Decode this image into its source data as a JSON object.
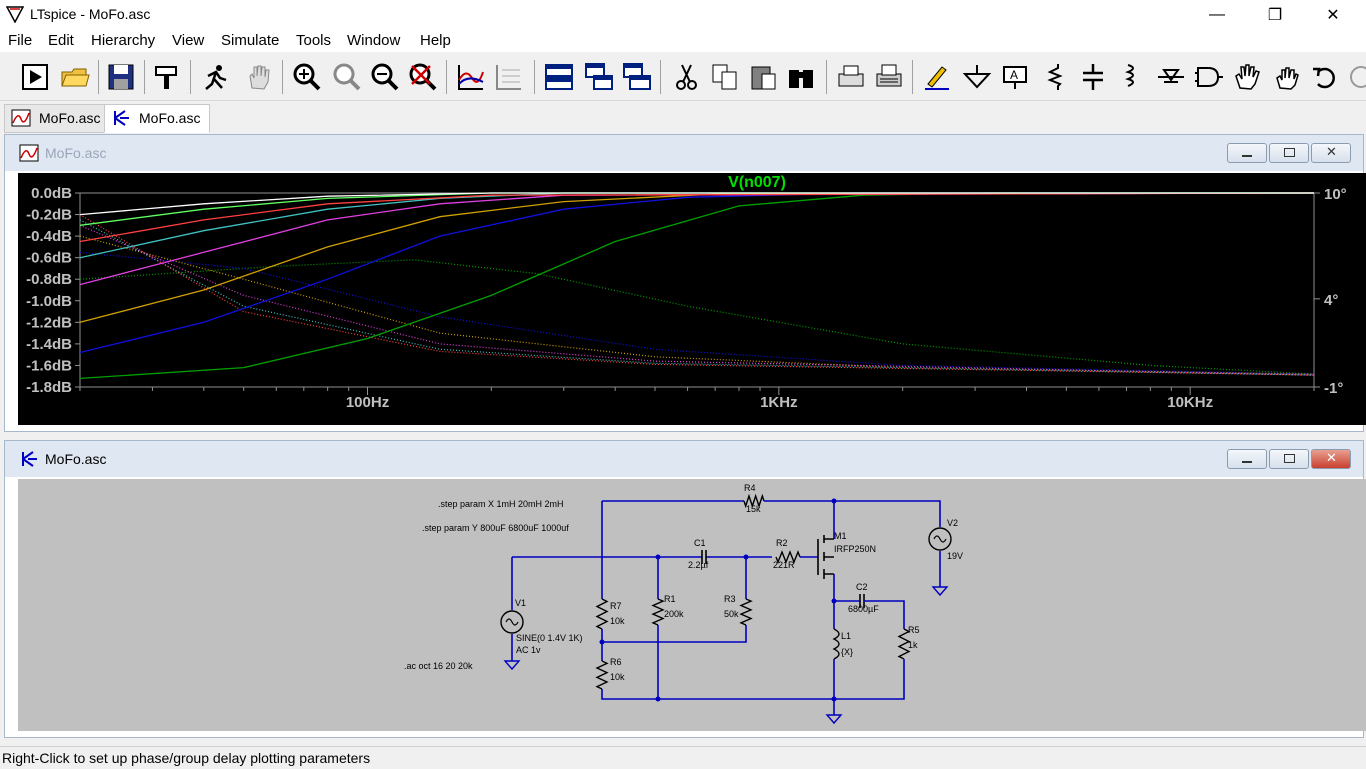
{
  "window": {
    "title": "LTspice - MoFo.asc"
  },
  "menu": [
    "File",
    "Edit",
    "Hierarchy",
    "View",
    "Simulate",
    "Tools",
    "Window",
    "Help"
  ],
  "tabs": [
    {
      "label": "MoFo.asc",
      "icon": "waveform-icon"
    },
    {
      "label": "MoFo.asc",
      "icon": "schematic-transistor-icon"
    }
  ],
  "plot_window": {
    "title": "MoFo.asc"
  },
  "schematic_window": {
    "title": "MoFo.asc"
  },
  "chart_data": {
    "type": "line",
    "title": "V(n007)",
    "xlabel": "",
    "ylabel": "",
    "xscale": "log",
    "xlim": [
      20,
      20000
    ],
    "ylim": [
      -1.8,
      0.0
    ],
    "y_ticks": [
      "0.0dB",
      "-0.2dB",
      "-0.4dB",
      "-0.6dB",
      "-0.8dB",
      "-1.0dB",
      "-1.2dB",
      "-1.4dB",
      "-1.6dB",
      "-1.8dB"
    ],
    "x_ticks": [
      "100Hz",
      "1KHz",
      "10KHz"
    ],
    "y2_ticks": [
      "10°",
      "4°",
      "-1°"
    ],
    "colors": {
      "title": "#00e000",
      "background": "#000000",
      "axis": "#a0a0a0"
    },
    "series": [
      {
        "color": "#00a000",
        "values": [
          [
            20,
            -1.72
          ],
          [
            50,
            -1.62
          ],
          [
            100,
            -1.35
          ],
          [
            200,
            -0.95
          ],
          [
            400,
            -0.45
          ],
          [
            800,
            -0.12
          ],
          [
            1600,
            -0.02
          ],
          [
            3200,
            0
          ],
          [
            20000,
            0
          ]
        ]
      },
      {
        "color": "#1010e0",
        "values": [
          [
            20,
            -1.48
          ],
          [
            40,
            -1.2
          ],
          [
            80,
            -0.8
          ],
          [
            150,
            -0.4
          ],
          [
            300,
            -0.15
          ],
          [
            600,
            -0.04
          ],
          [
            1500,
            0
          ],
          [
            20000,
            0
          ]
        ]
      },
      {
        "color": "#d0a000",
        "values": [
          [
            20,
            -1.2
          ],
          [
            40,
            -0.9
          ],
          [
            80,
            -0.5
          ],
          [
            150,
            -0.22
          ],
          [
            300,
            -0.08
          ],
          [
            700,
            -0.01
          ],
          [
            20000,
            0
          ]
        ]
      },
      {
        "color": "#e040e0",
        "values": [
          [
            20,
            -0.85
          ],
          [
            40,
            -0.55
          ],
          [
            80,
            -0.25
          ],
          [
            150,
            -0.1
          ],
          [
            300,
            -0.02
          ],
          [
            20000,
            0
          ]
        ]
      },
      {
        "color": "#40c0c0",
        "values": [
          [
            20,
            -0.6
          ],
          [
            40,
            -0.35
          ],
          [
            80,
            -0.15
          ],
          [
            150,
            -0.05
          ],
          [
            300,
            0
          ],
          [
            20000,
            0
          ]
        ]
      },
      {
        "color": "#ff4040",
        "values": [
          [
            20,
            -0.45
          ],
          [
            40,
            -0.25
          ],
          [
            80,
            -0.1
          ],
          [
            200,
            -0.02
          ],
          [
            20000,
            0
          ]
        ]
      },
      {
        "color": "#60ff60",
        "values": [
          [
            20,
            -0.3
          ],
          [
            40,
            -0.15
          ],
          [
            80,
            -0.05
          ],
          [
            200,
            0
          ],
          [
            20000,
            0
          ]
        ]
      },
      {
        "color": "#ffffff",
        "values": [
          [
            20,
            -0.2
          ],
          [
            40,
            -0.1
          ],
          [
            80,
            -0.03
          ],
          [
            200,
            0
          ],
          [
            20000,
            0
          ]
        ]
      }
    ],
    "phase_series": [
      {
        "color": "#00a000",
        "values": [
          [
            20,
            -0.8
          ],
          [
            60,
            -0.68
          ],
          [
            130,
            -0.62
          ],
          [
            260,
            -0.75
          ],
          [
            600,
            -1.05
          ],
          [
            2000,
            -1.4
          ],
          [
            8000,
            -1.6
          ],
          [
            20000,
            -1.68
          ]
        ]
      },
      {
        "color": "#1010e0",
        "values": [
          [
            20,
            -0.55
          ],
          [
            50,
            -0.7
          ],
          [
            150,
            -1.15
          ],
          [
            500,
            -1.45
          ],
          [
            2000,
            -1.6
          ],
          [
            20000,
            -1.68
          ]
        ]
      },
      {
        "color": "#d0a000",
        "values": [
          [
            20,
            -0.4
          ],
          [
            50,
            -0.8
          ],
          [
            150,
            -1.3
          ],
          [
            500,
            -1.52
          ],
          [
            2000,
            -1.62
          ],
          [
            20000,
            -1.68
          ]
        ]
      },
      {
        "color": "#e040e0",
        "values": [
          [
            20,
            -0.3
          ],
          [
            50,
            -0.95
          ],
          [
            150,
            -1.4
          ],
          [
            500,
            -1.56
          ],
          [
            20000,
            -1.69
          ]
        ]
      },
      {
        "color": "#40c0c0",
        "values": [
          [
            20,
            -0.25
          ],
          [
            50,
            -1.05
          ],
          [
            150,
            -1.45
          ],
          [
            500,
            -1.58
          ],
          [
            20000,
            -1.69
          ]
        ]
      },
      {
        "color": "#ff4040",
        "values": [
          [
            20,
            -0.2
          ],
          [
            50,
            -1.1
          ],
          [
            150,
            -1.47
          ],
          [
            500,
            -1.59
          ],
          [
            20000,
            -1.69
          ]
        ]
      }
    ]
  },
  "schematic": {
    "texts": [
      {
        "t": ".step param X 1mH 20mH 2mH"
      },
      {
        "t": ".step param Y 800uF 6800uF 1000uf"
      },
      {
        "t": ".ac oct 16 20 20k"
      },
      {
        "t": "R4"
      },
      {
        "t": "15k"
      },
      {
        "t": "C1"
      },
      {
        "t": "2.2µf"
      },
      {
        "t": "R2"
      },
      {
        "t": "221R"
      },
      {
        "t": "M1"
      },
      {
        "t": "IRFP250N"
      },
      {
        "t": "V2"
      },
      {
        "t": "19V"
      },
      {
        "t": "V1"
      },
      {
        "t": "SINE(0 1.4V 1K)"
      },
      {
        "t": "AC 1v"
      },
      {
        "t": "R7"
      },
      {
        "t": "10k"
      },
      {
        "t": "R1"
      },
      {
        "t": "200k"
      },
      {
        "t": "R3"
      },
      {
        "t": "50k"
      },
      {
        "t": "R6"
      },
      {
        "t": "10k"
      },
      {
        "t": "C2"
      },
      {
        "t": "6800µF"
      },
      {
        "t": "L1"
      },
      {
        "t": "{X}"
      },
      {
        "t": "R5"
      },
      {
        "t": "1k"
      }
    ]
  },
  "status": "Right-Click to set up phase/group delay plotting parameters"
}
